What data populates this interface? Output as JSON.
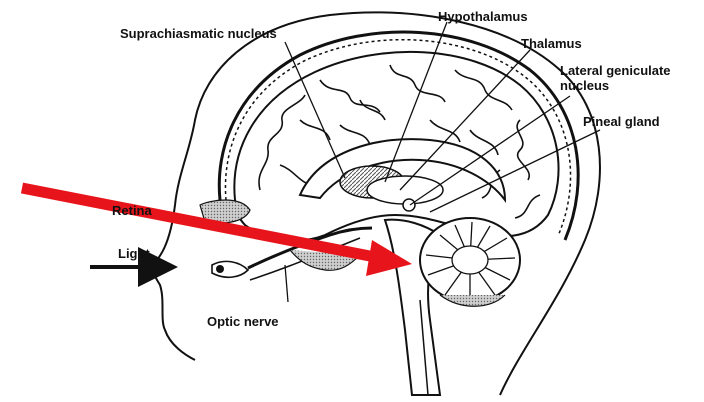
{
  "labels": {
    "suprachiasmatic": "Suprachiasmatic nucleus",
    "hypothalamus": "Hypothalamus",
    "thalamus": "Thalamus",
    "lateral_geniculate": "Lateral geniculate nucleus",
    "pineal": "Pineal gland",
    "retina": "Retina",
    "light": "Light",
    "optic_nerve": "Optic nerve"
  },
  "colors": {
    "ink": "#111111",
    "overlay_arrow": "#e8141b",
    "background": "#ffffff",
    "shading": "#9a9a9a"
  },
  "icons": {
    "overlay": "red-arrow-pointing-to-cerebellum",
    "light": "black-arrow-right"
  }
}
